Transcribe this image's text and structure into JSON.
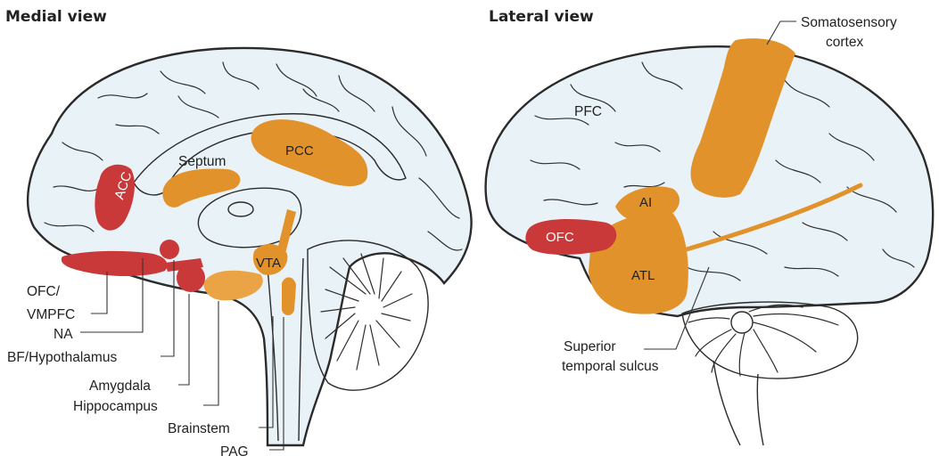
{
  "titles": {
    "medial": "Medial view",
    "lateral": "Lateral view"
  },
  "medial": {
    "labels": {
      "acc": "ACC",
      "pcc": "PCC",
      "septum": "Septum",
      "vta": "VTA",
      "ofc_vmpfc_1": "OFC/",
      "ofc_vmpfc_2": "VMPFC",
      "na": "NA",
      "bf_hypothalamus": "BF/Hypothalamus",
      "amygdala": "Amygdala",
      "hippocampus": "Hippocampus",
      "brainstem": "Brainstem",
      "pag": "PAG"
    }
  },
  "lateral": {
    "labels": {
      "pfc": "PFC",
      "ofc": "OFC",
      "ai": "AI",
      "atl": "ATL",
      "somatosensory_1": "Somatosensory",
      "somatosensory_2": "cortex",
      "sts_1": "Superior",
      "sts_2": "temporal sulcus"
    }
  },
  "colors": {
    "region_orange": "#e2922a",
    "region_red": "#c9393a",
    "brain_fill": "#e9f2f7",
    "outline": "#2b2b2b"
  }
}
